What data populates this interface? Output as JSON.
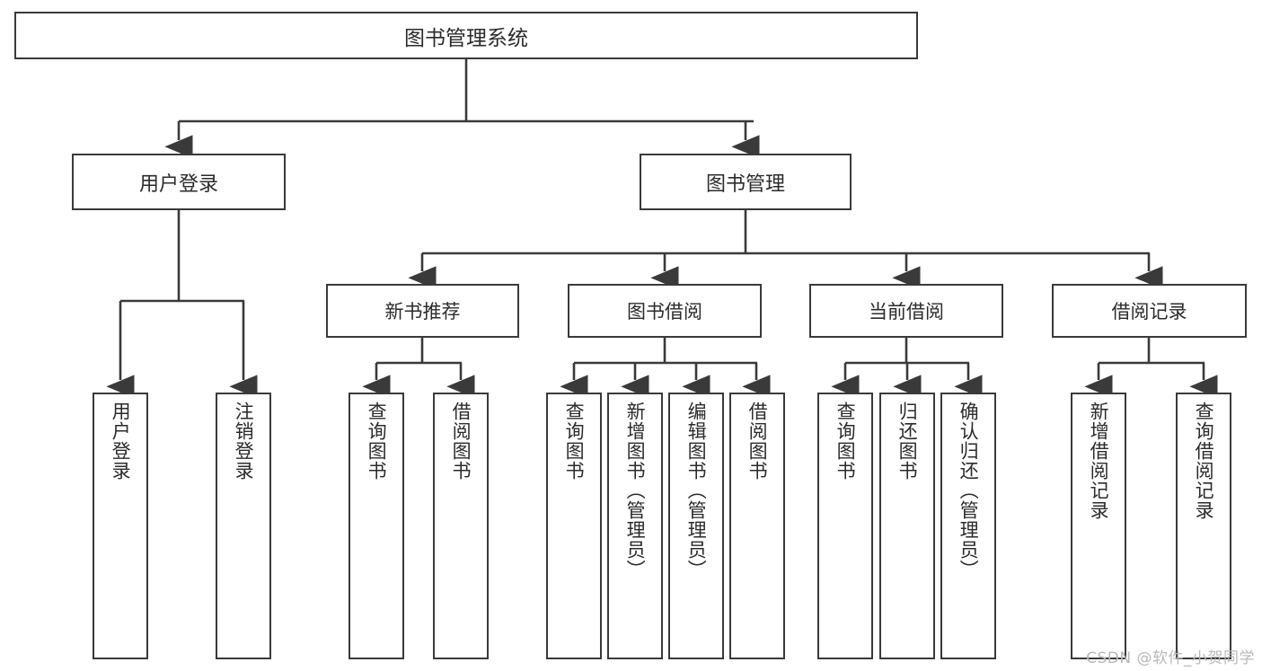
{
  "diagram": {
    "title": "图书管理系统",
    "type": "tree-hierarchy-chart",
    "root": {
      "label": "图书管理系统"
    },
    "level2": [
      {
        "label": "用户登录"
      },
      {
        "label": "图书管理"
      }
    ],
    "level3": [
      {
        "label": "新书推荐"
      },
      {
        "label": "图书借阅"
      },
      {
        "label": "当前借阅"
      },
      {
        "label": "借阅记录"
      }
    ],
    "leaves": {
      "user_login": [
        {
          "label": "用户登录"
        },
        {
          "label": "注销登录"
        }
      ],
      "new_book_recommend": [
        {
          "label": "查询图书"
        },
        {
          "label": "借阅图书"
        }
      ],
      "book_borrow": [
        {
          "label": "查询图书"
        },
        {
          "label": "新增图书（管理员）"
        },
        {
          "label": "编辑图书（管理员）"
        },
        {
          "label": "借阅图书"
        }
      ],
      "current_borrow": [
        {
          "label": "查询图书"
        },
        {
          "label": "归还图书"
        },
        {
          "label": "确认归还（管理员）"
        }
      ],
      "borrow_record": [
        {
          "label": "新增借阅记录"
        },
        {
          "label": "查询借阅记录"
        }
      ]
    }
  },
  "watermark": {
    "text": "CSDN @软件_小贺同学"
  },
  "colors": {
    "stroke": "#3a3a3a",
    "background": "#ffffff",
    "text": "#2b2b2b",
    "watermark": "#b9b9b9"
  }
}
